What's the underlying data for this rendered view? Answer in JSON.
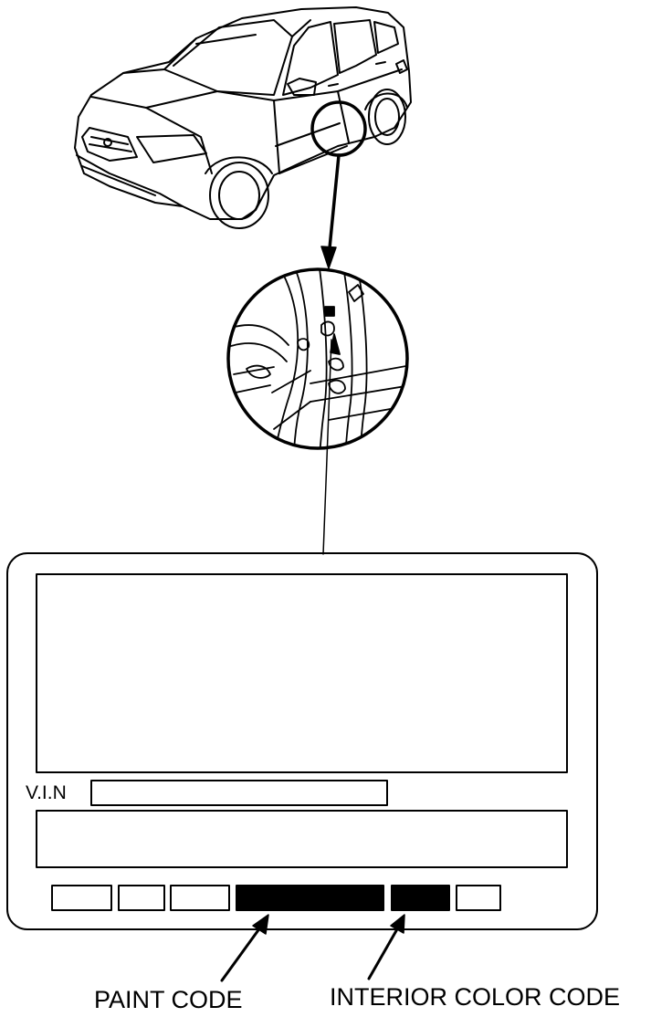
{
  "labels": {
    "vin": "V.I.N",
    "paint_code": "PAINT CODE",
    "interior_color_code": "INTERIOR COLOR CODE"
  },
  "colors": {
    "line": "#000000",
    "background": "#ffffff"
  }
}
